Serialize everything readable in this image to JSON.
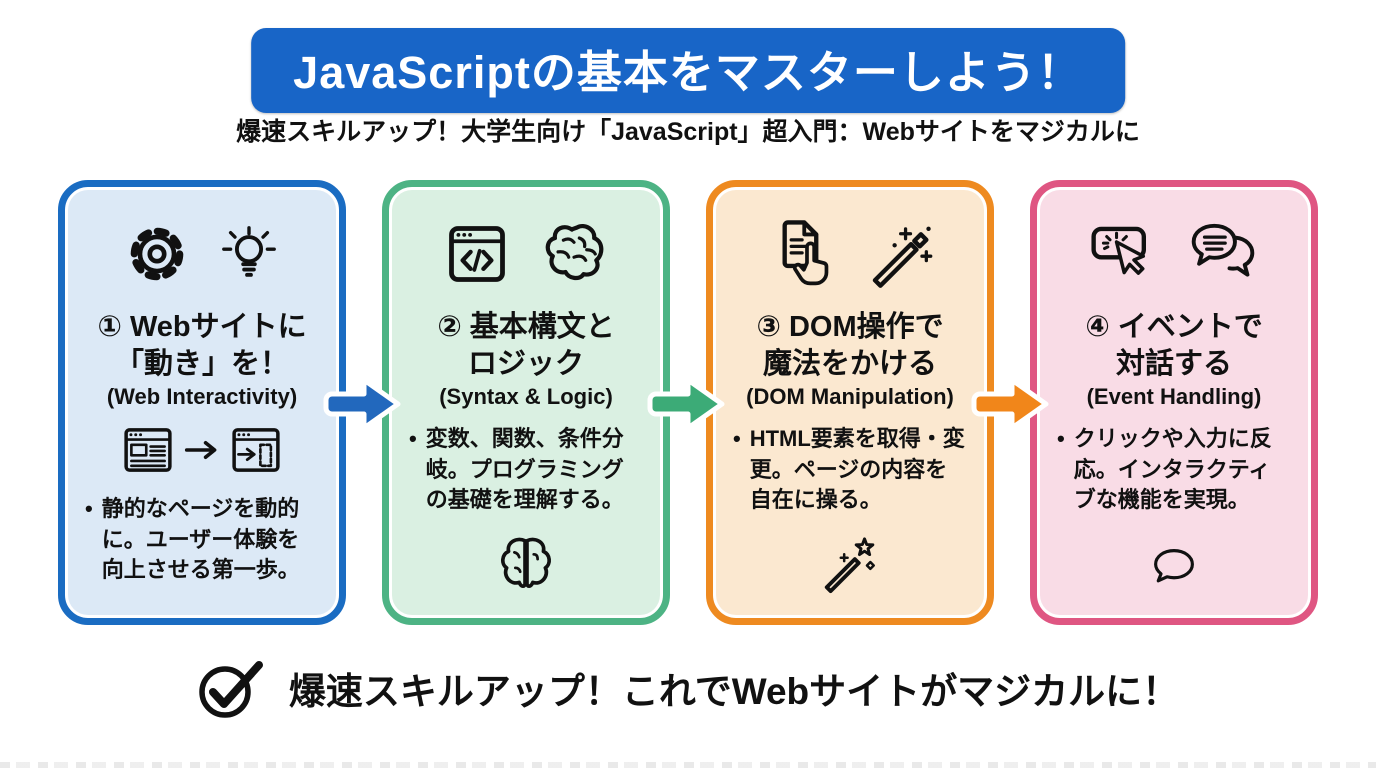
{
  "header": {
    "title": "JavaScriptの基本をマスターしよう！",
    "subtitle": "爆速スキルアップ！大学生向け「JavaScript」超入門：Webサイトをマジカルに",
    "banner_bg": "#1865c7",
    "banner_text_color": "#ffffff"
  },
  "cards": [
    {
      "id": "web-interactivity",
      "title_line1": "① Webサイトに",
      "title_line2": "「動き」を！",
      "subtitle_en": "(Web Interactivity)",
      "bullet": "静的なページを動的に。ユーザー体験を向上させる第一歩。",
      "border_color": "#1a6cc2",
      "bg_color": "#dce9f6",
      "top_icons": [
        "gear-icon",
        "lightbulb-icon"
      ],
      "mid_icons": [
        "static-page-icon",
        "arrow-right-icon",
        "dynamic-page-icon"
      ]
    },
    {
      "id": "syntax-logic",
      "title_line1": "② 基本構文と",
      "title_line2": "ロジック",
      "subtitle_en": "(Syntax & Logic)",
      "bullet": "変数、関数、条件分岐。プログラミングの基礎を理解する。",
      "border_color": "#4db384",
      "bg_color": "#daf0e2",
      "top_icons": [
        "code-window-icon",
        "brain-icon"
      ],
      "bottom_icon": "brain-lobes-icon"
    },
    {
      "id": "dom-manipulation",
      "title_line1": "③ DOM操作で",
      "title_line2": "魔法をかける",
      "subtitle_en": "(DOM Manipulation)",
      "bullet": "HTML要素を取得・変更。ページの内容を自在に操る。",
      "border_color": "#ee8a20",
      "bg_color": "#fbe8d0",
      "top_icons": [
        "document-click-icon",
        "magic-wand-icon"
      ],
      "bottom_icon": "magic-wand-star-icon"
    },
    {
      "id": "event-handling",
      "title_line1": "④ イベントで",
      "title_line2": "対話する",
      "subtitle_en": "(Event Handling)",
      "bullet": "クリックや入力に反応。インタラクティブな機能を実現。",
      "border_color": "#df5682",
      "bg_color": "#f9dce6",
      "top_icons": [
        "button-click-icon",
        "chat-bubbles-icon"
      ],
      "bottom_icon": "speech-bubble-icon"
    }
  ],
  "arrows": [
    {
      "color": "#2268bd"
    },
    {
      "color": "#3cab77"
    },
    {
      "color": "#f1861a"
    }
  ],
  "footer": {
    "text": "爆速スキルアップ！これでWebサイトがマジカルに！",
    "icon": "check-circle-icon"
  },
  "bullet_marker": "•"
}
